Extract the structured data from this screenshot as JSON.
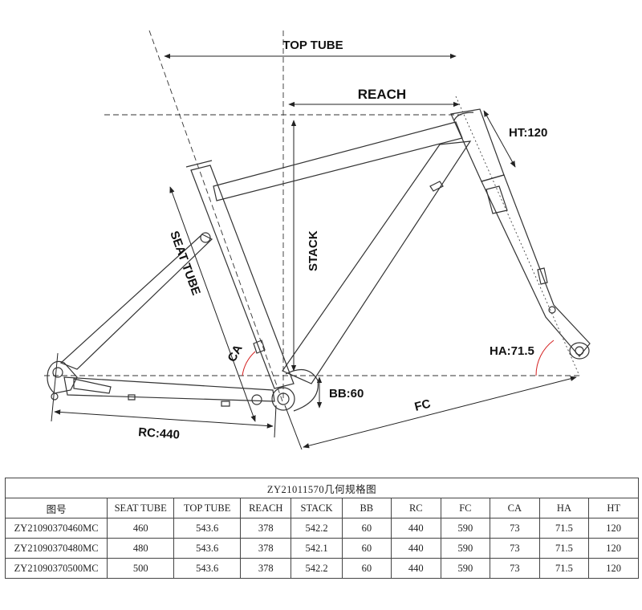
{
  "diagram": {
    "labels": {
      "top_tube": "TOP TUBE",
      "reach": "REACH",
      "ht": "HT:120",
      "seat_tube": "SEAT TUBE",
      "stack": "STACK",
      "ca": "CA",
      "ha": "HA:71.5",
      "bb": "BB:60",
      "fc": "FC",
      "rc": "RC:440"
    }
  },
  "table": {
    "title": "ZY21011570几何规格图",
    "headers": [
      "图号",
      "SEAT TUBE",
      "TOP TUBE",
      "REACH",
      "STACK",
      "BB",
      "RC",
      "FC",
      "CA",
      "HA",
      "HT"
    ],
    "rows": [
      [
        "ZY21090370460MC",
        "460",
        "543.6",
        "378",
        "542.2",
        "60",
        "440",
        "590",
        "73",
        "71.5",
        "120"
      ],
      [
        "ZY21090370480MC",
        "480",
        "543.6",
        "378",
        "542.1",
        "60",
        "440",
        "590",
        "73",
        "71.5",
        "120"
      ],
      [
        "ZY21090370500MC",
        "500",
        "543.6",
        "378",
        "542.2",
        "60",
        "440",
        "590",
        "73",
        "71.5",
        "120"
      ]
    ]
  }
}
